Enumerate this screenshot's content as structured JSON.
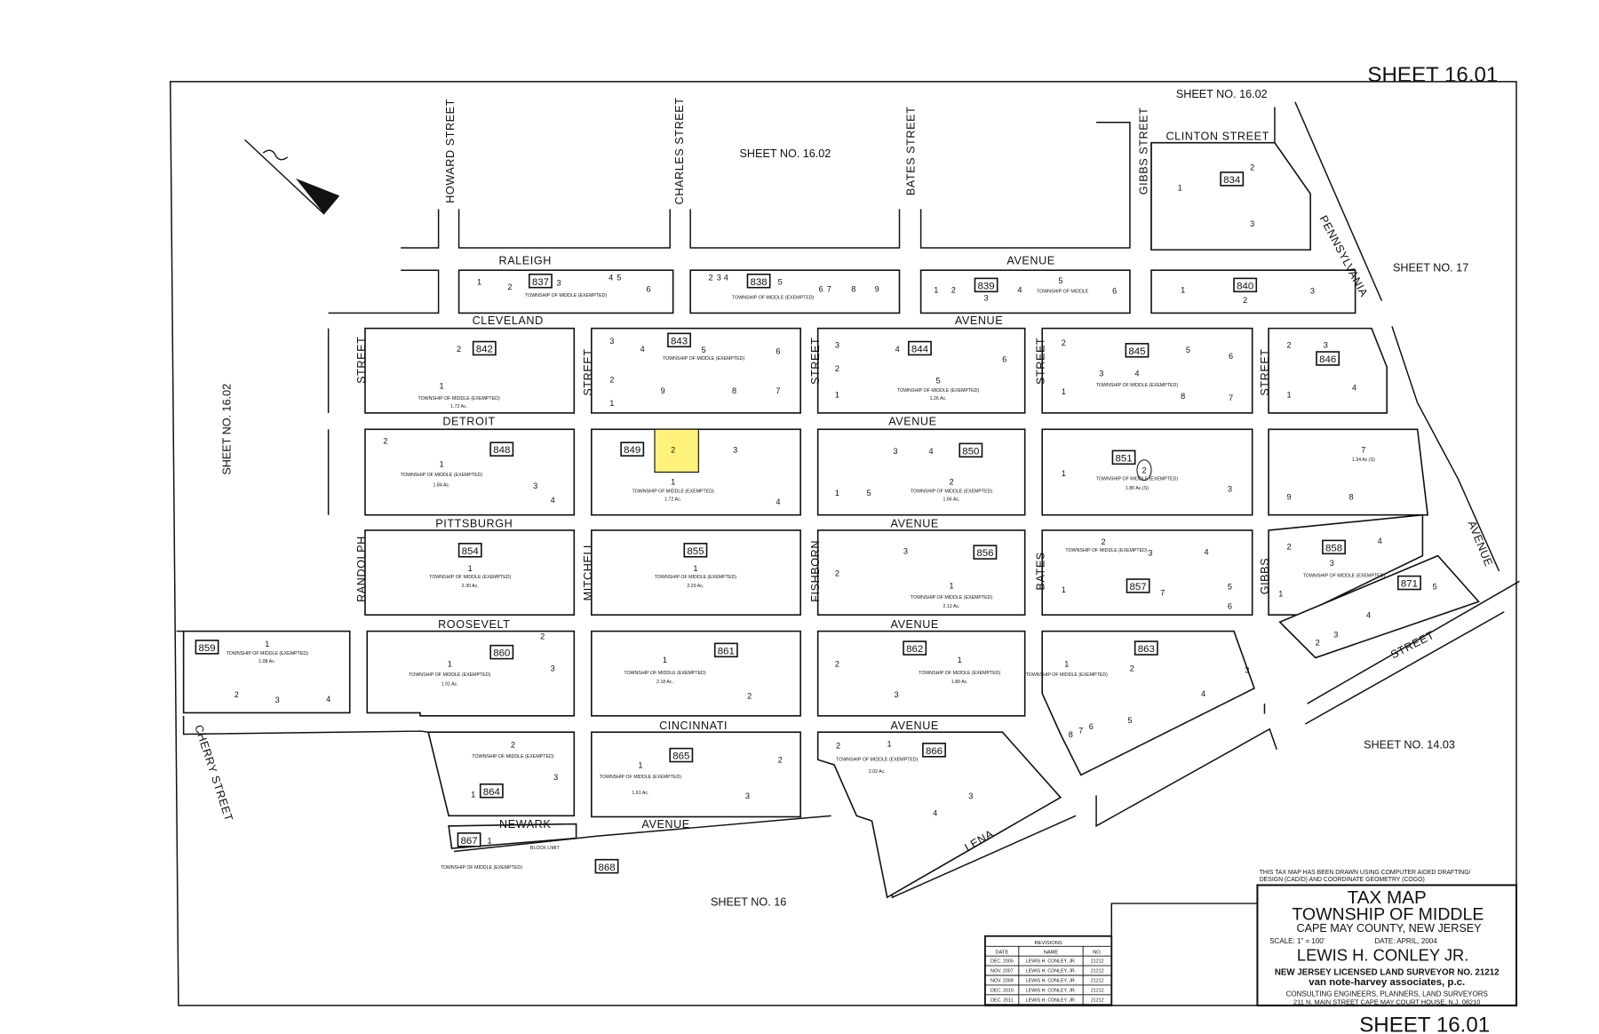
{
  "map": {
    "sheet_label_top": "SHEET 16.01",
    "sheet_label_bottom": "SHEET 16.01",
    "adjacent_sheets": {
      "top_center": "SHEET NO. 16.02",
      "top_right": "SHEET NO. 16.02",
      "left": "SHEET NO. 16.02",
      "right": "SHEET NO. 17",
      "bottom_right": "SHEET NO. 14.03",
      "bottom": "SHEET NO. 16"
    },
    "streets": {
      "howard": "HOWARD STREET",
      "charles": "CHARLES STREET",
      "bates_top": "BATES STREET",
      "gibbs_top": "GIBBS STREET",
      "clinton": "CLINTON STREET",
      "pennsylvania": "PENNSYLVANIA",
      "pennsylvania_avenue": "AVENUE",
      "raleigh": "RALEIGH",
      "raleigh_avenue": "AVENUE",
      "cleveland": "CLEVELAND",
      "cleveland_avenue": "AVENUE",
      "detroit": "DETROIT",
      "detroit_avenue": "AVENUE",
      "pittsburgh": "PITTSBURGH",
      "pittsburgh_avenue": "AVENUE",
      "roosevelt": "ROOSEVELT",
      "roosevelt_avenue": "AVENUE",
      "cincinnati": "CINCINNATI",
      "cincinnati_avenue": "AVENUE",
      "newark": "NEWARK",
      "newark_avenue": "AVENUE",
      "lena": "LENA",
      "diagonal_street": "STREET",
      "cherry": "CHERRY STREET",
      "randolph_street": "STREET",
      "mitchell_street": "STREET",
      "fishborn_street": "STREET",
      "bates_street": "STREET",
      "gibbs_street": "STREET",
      "randolph": "RANDOLPH",
      "mitchell": "MITCHELL",
      "fishborn": "FISHBORN",
      "bates": "BATES",
      "gibbs": "GIBBS"
    },
    "owner_exempt": "TOWNSHIP OF MIDDLE (EXEMPTED)",
    "highlighted_lot": {
      "block": "849",
      "lot": "2",
      "color": "#fff27a"
    },
    "blocks": [
      {
        "number": "834",
        "lots": [
          "1",
          "2",
          "3"
        ]
      },
      {
        "number": "837",
        "lots": [
          "1",
          "2",
          "3",
          "4",
          "5",
          "6"
        ],
        "owner": "TOWNSHIP OF MIDDLE (EXEMPTED)"
      },
      {
        "number": "838",
        "lots": [
          "2",
          "3",
          "4",
          "5",
          "6",
          "7",
          "8",
          "9"
        ],
        "owner": "TOWNSHIP OF MIDDLE (EXEMPTED)"
      },
      {
        "number": "839",
        "lots": [
          "1",
          "2",
          "3",
          "4",
          "5",
          "6"
        ],
        "owner": "TOWNSHIP OF MIDDLE"
      },
      {
        "number": "840",
        "lots": [
          "1",
          "2",
          "3"
        ]
      },
      {
        "number": "842",
        "lots": [
          "2",
          "1"
        ],
        "owner": "TOWNSHIP OF MIDDLE (EXEMPTED)",
        "acreage": "1.72 Ac."
      },
      {
        "number": "843",
        "lots": [
          "3",
          "4",
          "5",
          "6",
          "2",
          "9",
          "8",
          "7",
          "1"
        ],
        "owner": "TOWNSHIP OF MIDDLE (EXEMPTED)"
      },
      {
        "number": "844",
        "lots": [
          "3",
          "4",
          "6",
          "2",
          "5",
          "1"
        ],
        "owner": "TOWNSHIP OF MIDDLE (EXEMPTED)",
        "acreage": "1.26 Ac."
      },
      {
        "number": "845",
        "lots": [
          "2",
          "3",
          "4",
          "5",
          "6",
          "8",
          "7",
          "1"
        ],
        "owner": "TOWNSHIP OF MIDDLE (EXEMPTED)"
      },
      {
        "number": "846",
        "lots": [
          "2",
          "3",
          "1",
          "4"
        ]
      },
      {
        "number": "848",
        "lots": [
          "2",
          "1",
          "3",
          "4"
        ],
        "owner": "TOWNSHIP OF MIDDLE (EXEMPTED)",
        "acreage": "1.84 Ac."
      },
      {
        "number": "849",
        "lots": [
          "2",
          "3",
          "1",
          "4"
        ],
        "owner": "TOWNSHIP OF MIDDLE (EXEMPTED)",
        "acreage": "1.72 Ac."
      },
      {
        "number": "850",
        "lots": [
          "3",
          "4",
          "1",
          "5",
          "2"
        ],
        "owner": "TOWNSHIP OF MIDDLE (EXEMPTED)",
        "acreage": "1.66 Ac."
      },
      {
        "number": "851",
        "lots": [
          "1",
          "2",
          "3"
        ],
        "owner": "TOWNSHIP OF MIDDLE (EXEMPTED)",
        "acreage": "1.80 Ac.(S)"
      },
      {
        "number": "",
        "lots": [
          "7",
          "9",
          "8"
        ],
        "acreage": "1.34 Ac.(S)"
      },
      {
        "number": "854",
        "lots": [
          "1"
        ],
        "owner": "TOWNSHIP OF MIDDLE (EXEMPTED)",
        "acreage": "2.30 Ac."
      },
      {
        "number": "855",
        "lots": [
          "1"
        ],
        "owner": "TOWNSHIP OF MIDDLE (EXEMPTED)",
        "acreage": "2.29 Ac."
      },
      {
        "number": "856",
        "lots": [
          "3",
          "2",
          "1"
        ],
        "owner": "TOWNSHIP OF MIDDLE (EXEMPTED)",
        "acreage": "2.12 Ac."
      },
      {
        "number": "857",
        "lots": [
          "2",
          "3",
          "4",
          "1",
          "7",
          "5",
          "6"
        ],
        "owner": "TOWNSHIP OF MIDDLE (EXEMPTED)"
      },
      {
        "number": "858",
        "lots": [
          "2",
          "3",
          "4",
          "1"
        ],
        "owner": "TOWNSHIP OF MIDDLE (EXEMPTED)"
      },
      {
        "number": "871",
        "lots": [
          "4",
          "5",
          "3",
          "2"
        ]
      },
      {
        "number": "859",
        "lots": [
          "1",
          "2",
          "3",
          "4"
        ],
        "owner": "TOWNSHIP OF MIDDLE (EXEMPTED)",
        "acreage": "1.08 Ac."
      },
      {
        "number": "860",
        "lots": [
          "1",
          "3",
          "2"
        ],
        "owner": "TOWNSHIP OF MIDDLE (EXEMPTED)",
        "acreage": "1.91 Ac."
      },
      {
        "number": "861",
        "lots": [
          "1",
          "2"
        ],
        "owner": "TOWNSHIP OF MIDDLE (EXEMPTED)",
        "acreage": "2.18 Ac."
      },
      {
        "number": "862",
        "lots": [
          "2",
          "1",
          "3"
        ],
        "owner": "TOWNSHIP OF MIDDLE (EXEMPTED)",
        "acreage": "1.89 Ac."
      },
      {
        "number": "863",
        "lots": [
          "1",
          "2",
          "3",
          "4",
          "5",
          "6",
          "7",
          "8"
        ],
        "owner": "TOWNSHIP OF MIDDLE (EXEMPTED)"
      },
      {
        "number": "864",
        "lots": [
          "2",
          "3",
          "1"
        ],
        "owner": "TOWNSHIP OF MIDDLE (EXEMPTED)"
      },
      {
        "number": "865",
        "lots": [
          "1",
          "2",
          "3"
        ],
        "owner": "TOWNSHIP OF MIDDLE (EXEMPTED)",
        "acreage": "1.61 Ac."
      },
      {
        "number": "866",
        "lots": [
          "2",
          "1",
          "4",
          "3"
        ],
        "owner": "TOWNSHIP OF MIDDLE (EXEMPTED)",
        "acreage": "2.02 Ac."
      },
      {
        "number": "867",
        "lots": [
          "1"
        ],
        "owner": "TOWNSHIP OF MIDDLE (EXEMPTED)"
      },
      {
        "number": "868",
        "lots": []
      }
    ],
    "block_limit": "BLOCK LIMIT"
  },
  "title_block": {
    "cad_note_line1": "THIS TAX MAP HAS BEEN DRAWN USING COMPUTER AIDED DRAFTING/",
    "cad_note_line2": "DESIGN (CAD/D) AND COORDINATE GEOMETRY (COGO)",
    "title": "TAX MAP",
    "municipality": "TOWNSHIP OF MIDDLE",
    "county": "CAPE MAY COUNTY, NEW JERSEY",
    "scale": "SCALE: 1\" = 100'",
    "date": "DATE: APRIL, 2004",
    "surveyor": "LEWIS H. CONLEY JR.",
    "license": "NEW JERSEY LICENSED LAND SURVEYOR NO. 21212",
    "firm": "van note-harvey associates, p.c.",
    "firm_desc": "CONSULTING ENGINEERS, PLANNERS, LAND SURVEYORS",
    "address": "211 N. MAIN STREET CAPE MAY COURT HOUSE, N.J. 08210"
  },
  "revisions": {
    "title": "REVISIONS",
    "headers": [
      "DATE",
      "NAME",
      "NO."
    ],
    "rows": [
      [
        "DEC. 2005",
        "LEWIS H. CONLEY, JR.",
        "21212"
      ],
      [
        "NOV. 2007",
        "LEWIS H. CONLEY, JR.",
        "21212"
      ],
      [
        "NOV. 2009",
        "LEWIS H. CONLEY, JR.",
        "21212"
      ],
      [
        "DEC. 2010",
        "LEWIS H. CONLEY, JR.",
        "21212"
      ],
      [
        "DEC. 2011",
        "LEWIS H. CONLEY, JR.",
        "21212"
      ]
    ]
  }
}
